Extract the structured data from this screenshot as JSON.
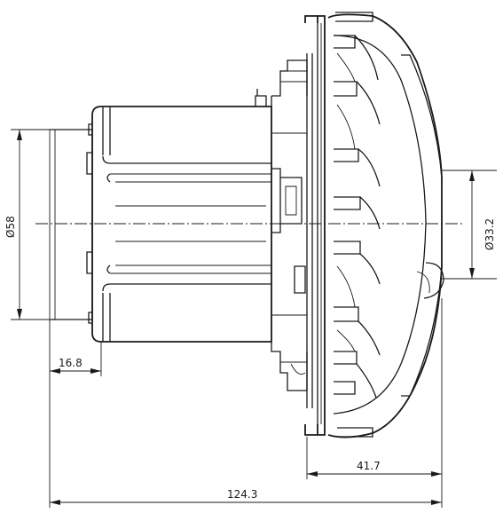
{
  "drawing": {
    "dimensions": {
      "diameter_inlet": "Ø58",
      "diameter_hub": "Ø33.2",
      "flange_length": "16.8",
      "fan_depth": "41.7",
      "overall_length": "124.3"
    }
  }
}
